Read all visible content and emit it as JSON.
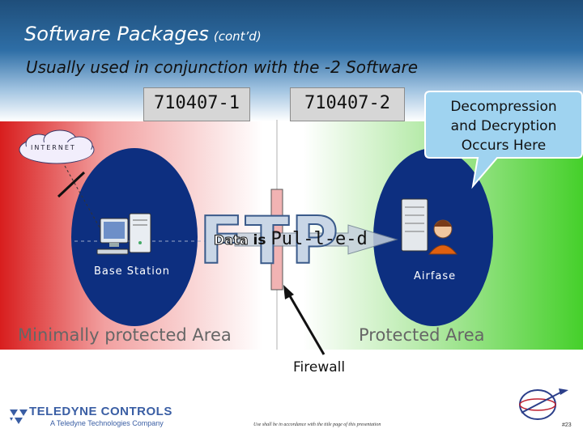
{
  "slide": {
    "title": "Software Packages",
    "title_suffix": "(cont’d)",
    "subtitle": "Usually used in conjunction with the -2 Software"
  },
  "packages": [
    {
      "label": "710407-1"
    },
    {
      "label": "710407-2"
    }
  ],
  "callout": {
    "lines": [
      "Decompression",
      "and Decryption",
      "Occurs Here"
    ]
  },
  "network": {
    "internet_label": "INTERNET",
    "base_station_label": "Base Station",
    "airfase_label": "Airfase",
    "protocol_label": "FTP",
    "data_word": "Data",
    "is_word": "is",
    "pulled_word": "Pul-l-e-d",
    "firewall_label": "Firewall"
  },
  "areas": {
    "left": "Minimally protected Area",
    "right": "Protected Area"
  },
  "footer": {
    "logo_text": "TELEDYNE CONTROLS",
    "logo_subtext": "A Teledyne Technologies Company",
    "note": "Use shall be in accordance with the title page of this presentation",
    "page_number": "#23"
  },
  "colors": {
    "title_band": "#2e6ea6",
    "unprotected_zone": "#d81e1e",
    "protected_zone": "#45d02a",
    "ellipse_fill": "#0d2f80",
    "callout_fill": "#9fd3f0",
    "firewall_fill": "#f1b3b3",
    "brand_blue": "#3a5ea4"
  }
}
